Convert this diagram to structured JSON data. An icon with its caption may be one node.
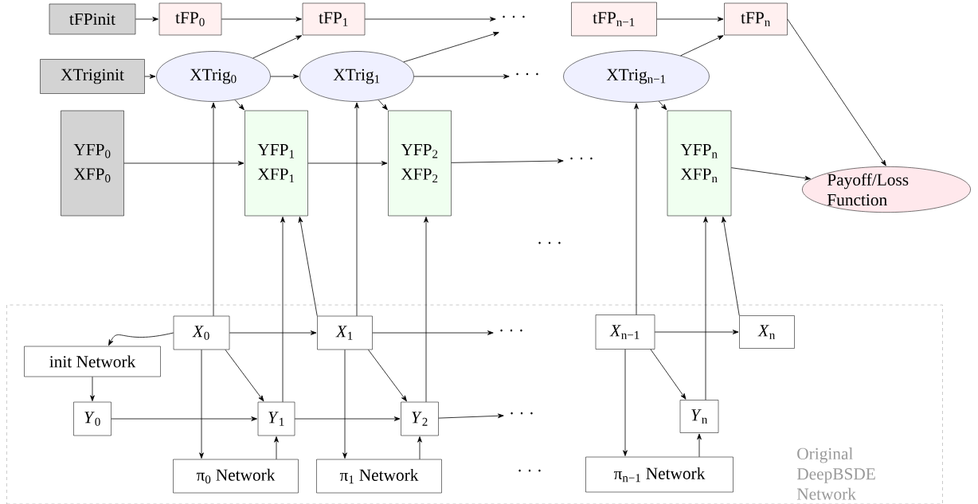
{
  "diagram": {
    "nodes": [
      {
        "text": [
          "tFPinit"
        ]
      },
      {
        "text": [
          "tFP$_{0}$"
        ]
      },
      {
        "text": [
          "tFP$_{1}$"
        ]
      },
      {
        "text": [
          "· · ·"
        ]
      },
      {
        "text": [
          "tFP$_{n−1}$"
        ]
      },
      {
        "text": [
          "tFP$_{n}$"
        ]
      },
      {
        "text": [
          "XTriginit"
        ]
      },
      {
        "text": [
          "XTrig$_{0}$"
        ]
      },
      {
        "text": [
          "XTrig$_{1}$"
        ]
      },
      {
        "text": [
          "· · ·"
        ]
      },
      {
        "text": [
          "XTrig$_{n−1}$"
        ]
      },
      {
        "text": [
          "YFP$_{0}$",
          "XFP$_{0}$"
        ]
      },
      {
        "text": [
          "YFP$_{1}$",
          "XFP$_{1}$"
        ]
      },
      {
        "text": [
          "YFP$_{2}$",
          "XFP$_{2}$"
        ]
      },
      {
        "text": [
          "· · ·"
        ]
      },
      {
        "text": [
          "YFP$_{n}$",
          "XFP$_{n}$"
        ]
      },
      {
        "text": [
          "Payoff/Loss Function"
        ]
      },
      {
        "text": [
          "Original DeepBSDE Network"
        ]
      },
      {
        "text": [
          "*X*$_{0}$"
        ],
        "in": 17
      },
      {
        "text": [
          "init Network"
        ],
        "in": 17
      },
      {
        "text": [
          "*Y*$_{0}$"
        ],
        "in": 17
      },
      {
        "text": [
          "*Y*$_{1}$"
        ],
        "in": 17
      },
      {
        "text": [
          "*Y*$_{2}$"
        ],
        "in": 17
      },
      {
        "text": [
          "*X*$_{1}$"
        ],
        "in": 17
      },
      {
        "text": [
          "· · ·"
        ],
        "in": 17
      },
      {
        "text": [
          "*X*$_{n−1}$"
        ],
        "in": 17
      },
      {
        "text": [
          "*X*$_{n}$"
        ],
        "in": 17
      },
      {
        "text": [
          "· · ·"
        ],
        "in": 17
      },
      {
        "text": [
          "*Y*$_{n}$"
        ],
        "in": 17
      },
      {
        "text": [
          "π$_{0}$ Network"
        ],
        "in": 17
      },
      {
        "text": [
          "π$_{1}$ Network"
        ],
        "in": 17
      },
      {
        "text": [
          "π$_{n−1}$ Network"
        ],
        "in": 17
      }
    ],
    "edges": [
      {
        "from": 0,
        "to": 1,
        "arrow": "to"
      },
      {
        "from": 1,
        "to": 2,
        "arrow": "to"
      },
      {
        "from": 2,
        "to": 3,
        "arrow": "to"
      },
      {
        "from": 4,
        "to": 5,
        "arrow": "to"
      },
      {
        "from": 7,
        "to": 2,
        "arrow": "to"
      },
      {
        "from": 8,
        "to": 3,
        "arrow": "to"
      },
      {
        "from": 10,
        "to": 5,
        "arrow": "to"
      },
      {
        "from": 6,
        "to": 7,
        "arrow": "to"
      },
      {
        "from": 7,
        "to": 8,
        "arrow": "to"
      },
      {
        "from": 8,
        "to": 9,
        "arrow": "to"
      },
      {
        "from": 7,
        "to": 12,
        "arrow": "to"
      },
      {
        "from": 8,
        "to": 13,
        "arrow": "to"
      },
      {
        "from": 10,
        "to": 15,
        "arrow": "to"
      },
      {
        "from": 11,
        "to": 12,
        "arrow": "to"
      },
      {
        "from": 12,
        "to": 13,
        "arrow": "to"
      },
      {
        "from": 13,
        "to": 14,
        "arrow": "to"
      },
      {
        "from": 15,
        "to": 16,
        "arrow": "to"
      },
      {
        "from": 5,
        "to": 16,
        "arrow": "to"
      },
      {
        "from": 18,
        "to": 7,
        "arrow": "to"
      },
      {
        "from": 23,
        "to": 8,
        "arrow": "to"
      },
      {
        "from": 25,
        "to": 10,
        "arrow": "to"
      },
      {
        "from": 21,
        "to": 12,
        "arrow": "to"
      },
      {
        "from": 22,
        "to": 13,
        "arrow": "to"
      },
      {
        "from": 28,
        "to": 15,
        "arrow": "to"
      },
      {
        "from": 23,
        "to": 12,
        "arrow": "to"
      },
      {
        "from": 26,
        "to": 15,
        "arrow": "to"
      },
      {
        "from": 18,
        "to": 19,
        "arrow": "to"
      },
      {
        "from": 19,
        "to": 20,
        "arrow": "to"
      },
      {
        "from": 20,
        "to": 21,
        "arrow": "to"
      },
      {
        "from": 21,
        "to": 22,
        "arrow": "to"
      },
      {
        "from": 22,
        "to": 27,
        "arrow": "to"
      },
      {
        "from": 18,
        "to": 23,
        "arrow": "to"
      },
      {
        "from": 23,
        "to": 24,
        "arrow": "to"
      },
      {
        "from": 25,
        "to": 26,
        "arrow": "to"
      },
      {
        "from": 18,
        "to": 21,
        "arrow": "to"
      },
      {
        "from": 23,
        "to": 22,
        "arrow": "to"
      },
      {
        "from": 25,
        "to": 28,
        "arrow": "to"
      },
      {
        "from": 18,
        "to": 29,
        "arrow": "to"
      },
      {
        "from": 23,
        "to": 30,
        "arrow": "to"
      },
      {
        "from": 25,
        "to": 31,
        "arrow": "to"
      },
      {
        "from": 29,
        "to": 21,
        "arrow": "to"
      },
      {
        "from": 30,
        "to": 22,
        "arrow": "to"
      },
      {
        "from": 31,
        "to": 28,
        "arrow": "to"
      }
    ],
    "labels": [
      "· · ·",
      "· · ·"
    ]
  }
}
